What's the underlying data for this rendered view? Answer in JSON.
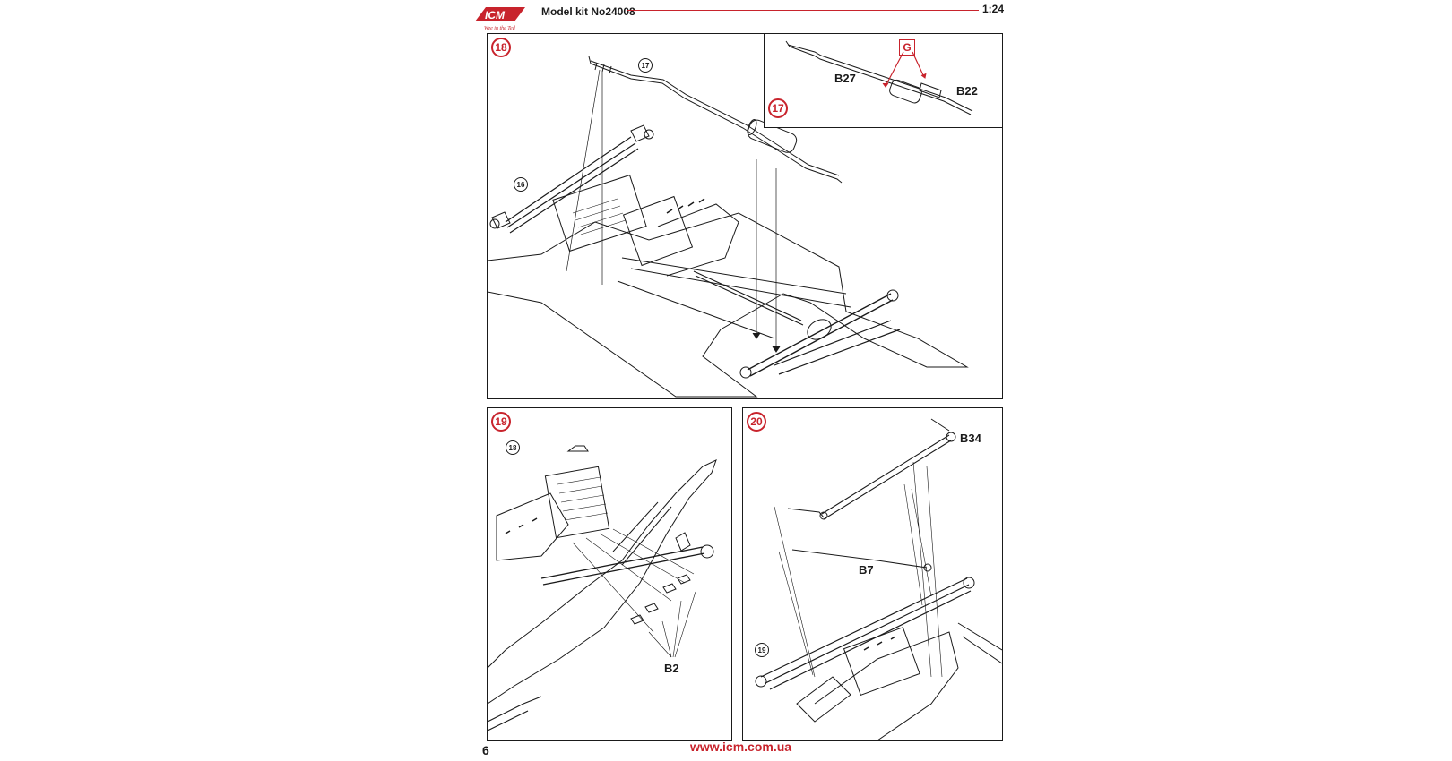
{
  "header": {
    "brand": "ICM",
    "tagline": "Wee in the Ted",
    "kit_label": "Model kit No24008",
    "scale": "1:24"
  },
  "steps": {
    "s18": {
      "number": "18",
      "refs": [
        "17",
        "16"
      ]
    },
    "s17": {
      "number": "17",
      "parts": [
        "B27",
        "B22"
      ],
      "glue": "G"
    },
    "s19": {
      "number": "19",
      "refs": [
        "18"
      ],
      "parts": [
        "B2"
      ]
    },
    "s20": {
      "number": "20",
      "refs": [
        "19"
      ],
      "parts": [
        "B34",
        "B7"
      ]
    }
  },
  "footer": {
    "page_number": "6",
    "website": "www.icm.com.ua"
  },
  "colors": {
    "accent": "#c8232c",
    "ink": "#1a1a1a"
  }
}
